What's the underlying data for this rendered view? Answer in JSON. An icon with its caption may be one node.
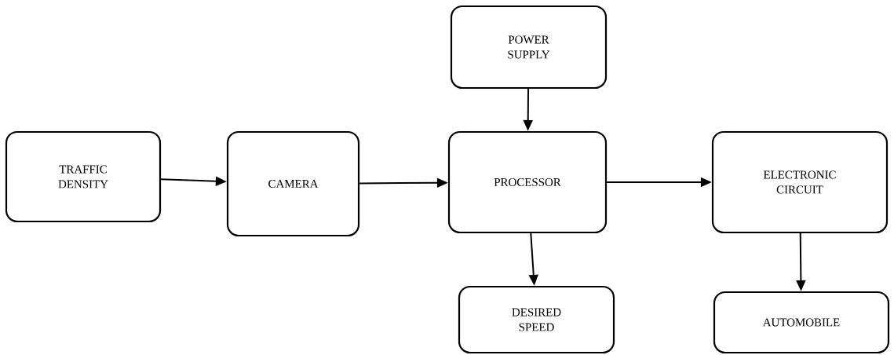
{
  "diagram": {
    "nodes": [
      {
        "text": [
          "TRAFFIC DENSITY"
        ]
      },
      {
        "text": [
          "CAMERA"
        ]
      },
      {
        "text": [
          "POWER SUPPLY"
        ]
      },
      {
        "text": [
          "PROCESSOR"
        ]
      },
      {
        "text": [
          "ELECTRONIC CIRCUIT"
        ]
      },
      {
        "text": [
          "DESIRED SPEED"
        ]
      },
      {
        "text": [
          "AUTOMOBILE"
        ]
      }
    ],
    "edges": [
      {
        "from": 0,
        "to": 1,
        "arrow": "to"
      },
      {
        "from": 1,
        "to": 3,
        "arrow": "to"
      },
      {
        "from": 2,
        "to": 3,
        "arrow": "to"
      },
      {
        "from": 3,
        "to": 4,
        "arrow": "to"
      },
      {
        "from": 3,
        "to": 5,
        "arrow": "to"
      },
      {
        "from": 4,
        "to": 6,
        "arrow": "to"
      }
    ]
  }
}
